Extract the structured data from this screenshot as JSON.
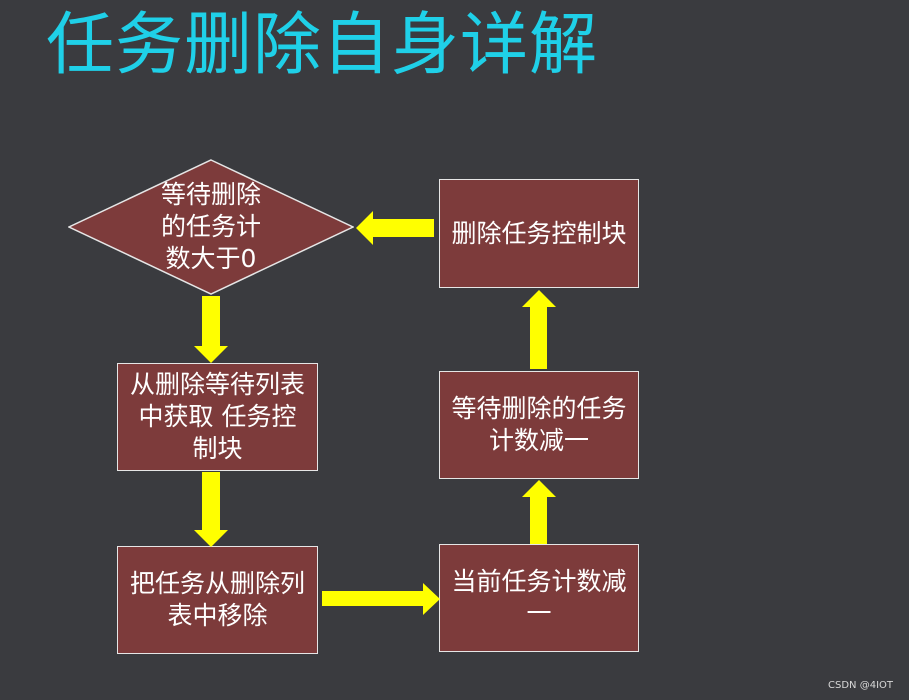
{
  "title": "任务删除自身详解",
  "nodes": {
    "decision": "等待删除的任务计数大于0",
    "step_get_tcb": "从删除等待列表中获取 任务控制块",
    "step_remove": "把任务从删除列表中移除",
    "step_current_dec": "当前任务计数减一",
    "step_waiting_dec": "等待删除的任务计数减一",
    "step_delete_tcb": "删除任务控制块"
  },
  "watermark": "CSDN @4IOT",
  "colors": {
    "background": "#3a3b3f",
    "title": "#1fd0e8",
    "node_fill": "#7d3b3b",
    "node_border": "#e6e6e6",
    "arrow": "#ffff00"
  }
}
